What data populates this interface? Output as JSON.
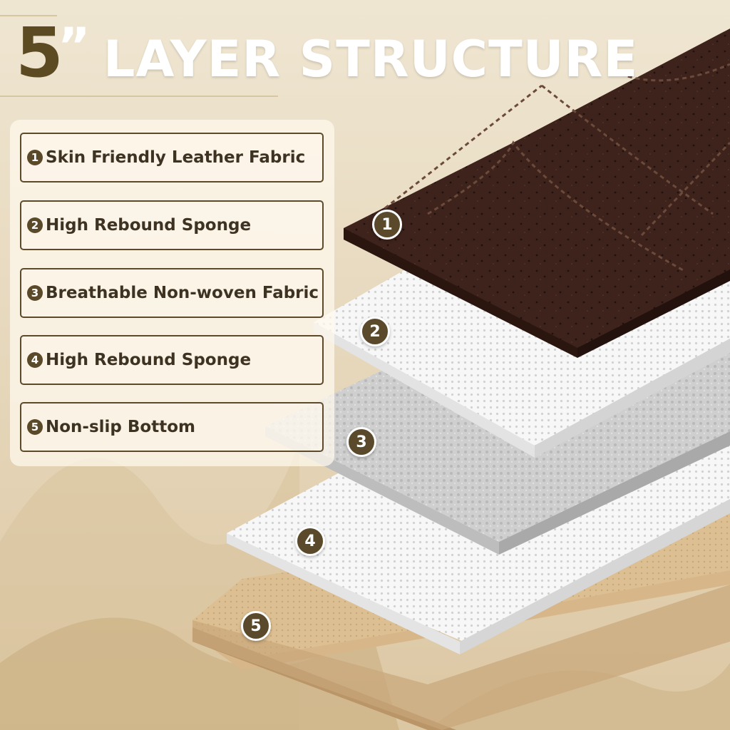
{
  "title": {
    "number": "5",
    "quote": "”",
    "text": "LAYER STRUCTURE"
  },
  "layers": [
    {
      "num": "1",
      "label": "Skin Friendly Leather Fabric"
    },
    {
      "num": "2",
      "label": "High Rebound Sponge"
    },
    {
      "num": "3",
      "label": "Breathable Non-woven Fabric"
    },
    {
      "num": "4",
      "label": "High Rebound Sponge"
    },
    {
      "num": "5",
      "label": "Non-slip Bottom"
    }
  ],
  "colors": {
    "accent_brown": "#5b4a2a",
    "leather": "#3a211a",
    "beige_layer": "#d9b98a",
    "background": "#e8dcc4"
  }
}
